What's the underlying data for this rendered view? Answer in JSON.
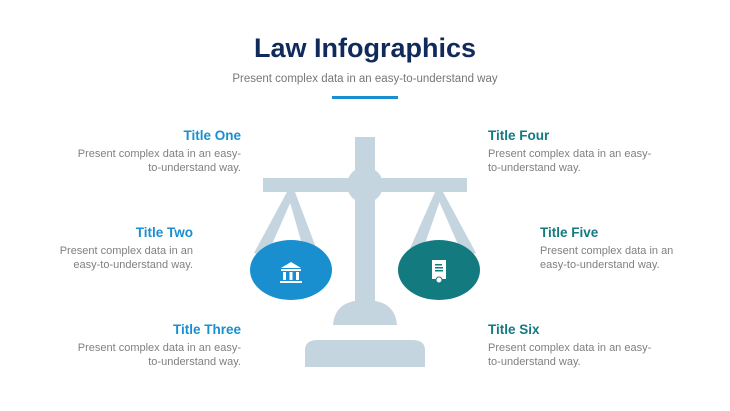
{
  "header": {
    "title": "Law Infographics",
    "subtitle": "Present complex data in an easy-to-understand way"
  },
  "items": [
    {
      "title": "Title One",
      "desc1": "Present complex data in an easy-",
      "desc2": "to-understand way."
    },
    {
      "title": "Title Two",
      "desc1": "Present complex data in an",
      "desc2": "easy-to-understand way."
    },
    {
      "title": "Title Three",
      "desc1": "Present complex data in an easy-",
      "desc2": "to-understand way."
    },
    {
      "title": "Title Four",
      "desc1": "Present complex data in an easy-",
      "desc2": "to-understand way."
    },
    {
      "title": "Title Five",
      "desc1": "Present complex data in an",
      "desc2": "easy-to-understand way."
    },
    {
      "title": "Title Six",
      "desc1": "Present complex data in an easy-",
      "desc2": "to-understand way."
    }
  ],
  "graphic": {
    "left_pan_icon": "courthouse-icon",
    "right_pan_icon": "certificate-document-icon",
    "colors": {
      "scale": "#c5d5df",
      "left_pan": "#1a8fd0",
      "right_pan": "#137a80",
      "title": "#102a5c"
    }
  }
}
